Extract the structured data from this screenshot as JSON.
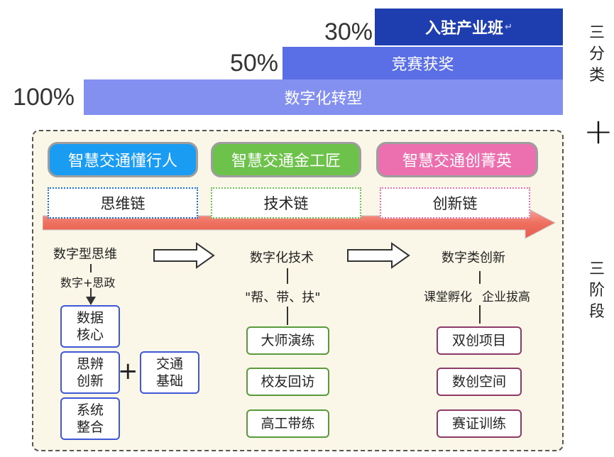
{
  "top_bars": {
    "settle": {
      "label": "入驻产业班",
      "pct": "30%",
      "mark": "↵"
    },
    "competition": {
      "label": "竞赛获奖",
      "pct": "50%"
    },
    "digital": {
      "label": "数字化转型",
      "pct": "100%"
    }
  },
  "side_labels": {
    "three_categories": [
      "三",
      "分",
      "类"
    ],
    "plus": "+",
    "three_stages": [
      "三",
      "阶",
      "段"
    ]
  },
  "pills": [
    {
      "label": "智慧交通懂行人",
      "color": "#1a9cf2"
    },
    {
      "label": "智慧交通金工匠",
      "color": "#6cc24a"
    },
    {
      "label": "智慧交通创菁英",
      "color": "#ec6fb0"
    }
  ],
  "chains": [
    "思维链",
    "技术链",
    "创新链"
  ],
  "columns": {
    "thinking": {
      "title": "数字型思维",
      "sub": "数字+思政",
      "boxes": [
        "数据\n核心",
        "思辨\n创新",
        "系统\n整合"
      ],
      "plus": "+",
      "side_box": "交通\n基础"
    },
    "tech": {
      "title": "数字化技术",
      "sub": "\"帮、带、扶\"",
      "boxes": [
        "大师演练",
        "校友回访",
        "高工带练"
      ]
    },
    "innovation": {
      "title": "数字类创新",
      "sub_left": "课堂孵化",
      "sub_right": "企业拔高",
      "boxes": [
        "双创项目",
        "数创空间",
        "赛证训练"
      ]
    }
  }
}
